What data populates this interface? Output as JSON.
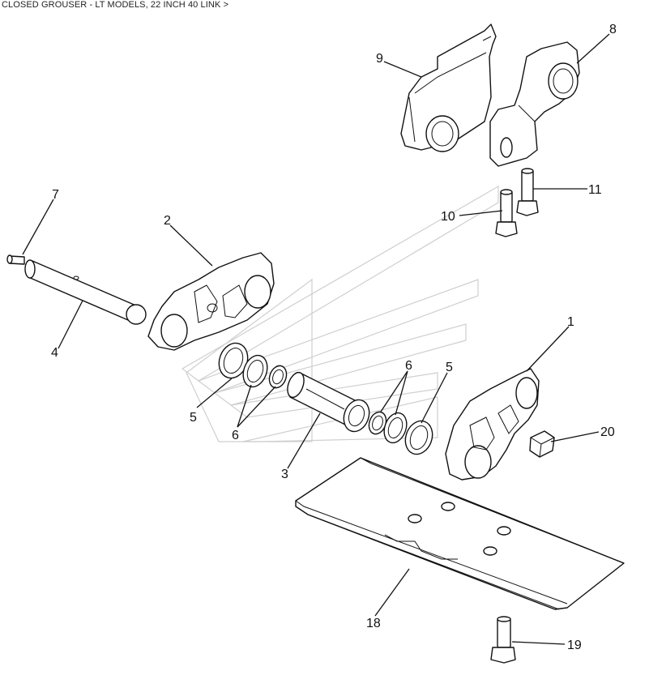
{
  "title": "CLOSED GROUSER - LT MODELS, 22 INCH 40 LINK >",
  "callouts": {
    "c1": "1",
    "c2": "2",
    "c3": "3",
    "c4": "4",
    "c5a": "5",
    "c5b": "5",
    "c6a": "6",
    "c6b": "6",
    "c7": "7",
    "c8": "8",
    "c9": "9",
    "c10": "10",
    "c11": "11",
    "c18": "18",
    "c19": "19",
    "c20": "20"
  }
}
